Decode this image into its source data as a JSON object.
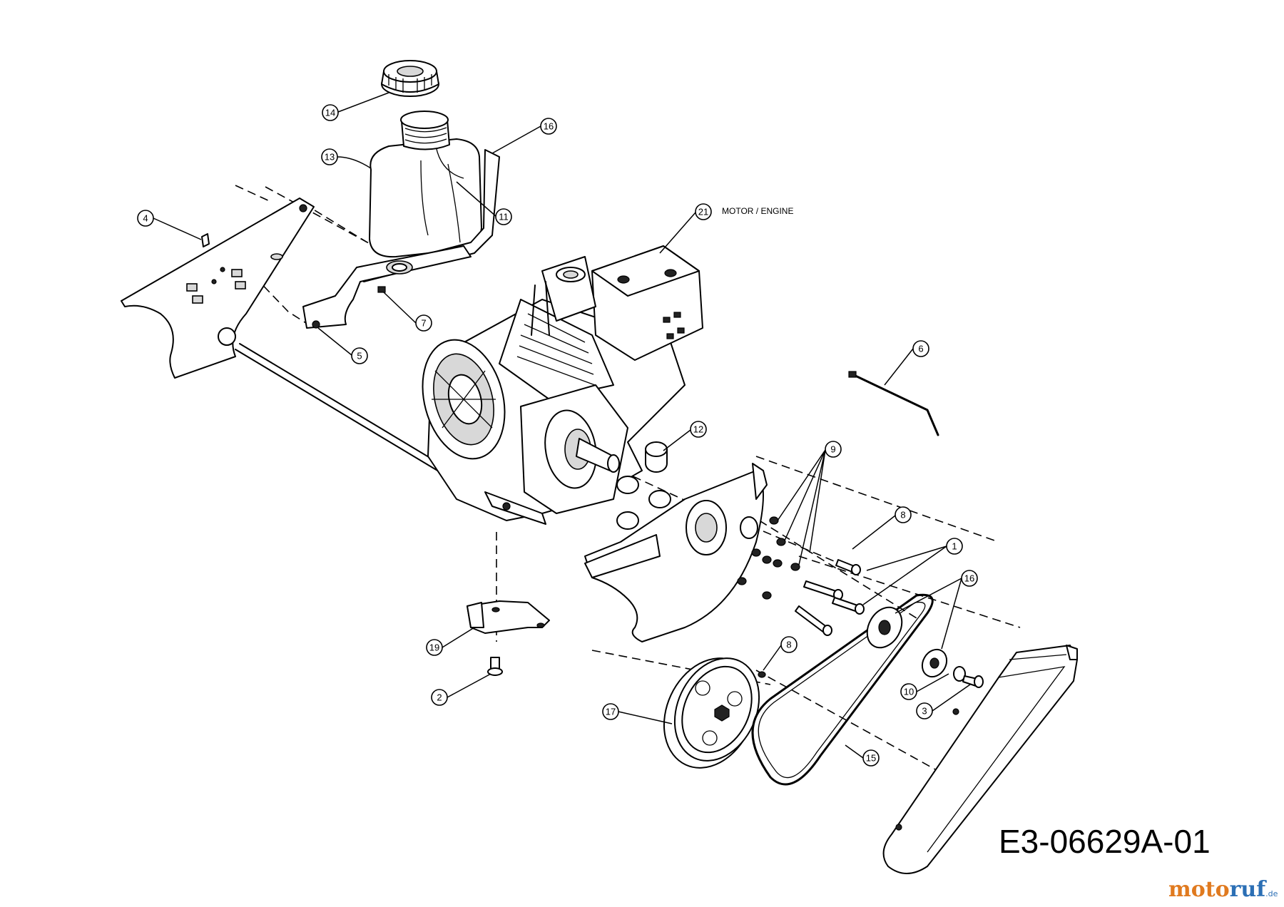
{
  "engine_label": "MOTOR / ENGINE",
  "drawing_number": "E3-06629A-01",
  "watermark": {
    "main": "motoruf",
    "suffix": ".de",
    "colors": [
      "#e07a1f",
      "#2b6fb5"
    ]
  },
  "callouts": [
    {
      "id": "c14",
      "label": "14"
    },
    {
      "id": "c16a",
      "label": "16"
    },
    {
      "id": "c13",
      "label": "13"
    },
    {
      "id": "c11",
      "label": "11"
    },
    {
      "id": "c4",
      "label": "4"
    },
    {
      "id": "c21",
      "label": "21"
    },
    {
      "id": "c7",
      "label": "7"
    },
    {
      "id": "c5",
      "label": "5"
    },
    {
      "id": "c6",
      "label": "6"
    },
    {
      "id": "c12",
      "label": "12"
    },
    {
      "id": "c9",
      "label": "9"
    },
    {
      "id": "c8a",
      "label": "8"
    },
    {
      "id": "c1",
      "label": "1"
    },
    {
      "id": "c16b",
      "label": "16"
    },
    {
      "id": "c19",
      "label": "19"
    },
    {
      "id": "c2",
      "label": "2"
    },
    {
      "id": "c8b",
      "label": "8"
    },
    {
      "id": "c10",
      "label": "10"
    },
    {
      "id": "c3",
      "label": "3"
    },
    {
      "id": "c17",
      "label": "17"
    },
    {
      "id": "c15",
      "label": "15"
    }
  ]
}
